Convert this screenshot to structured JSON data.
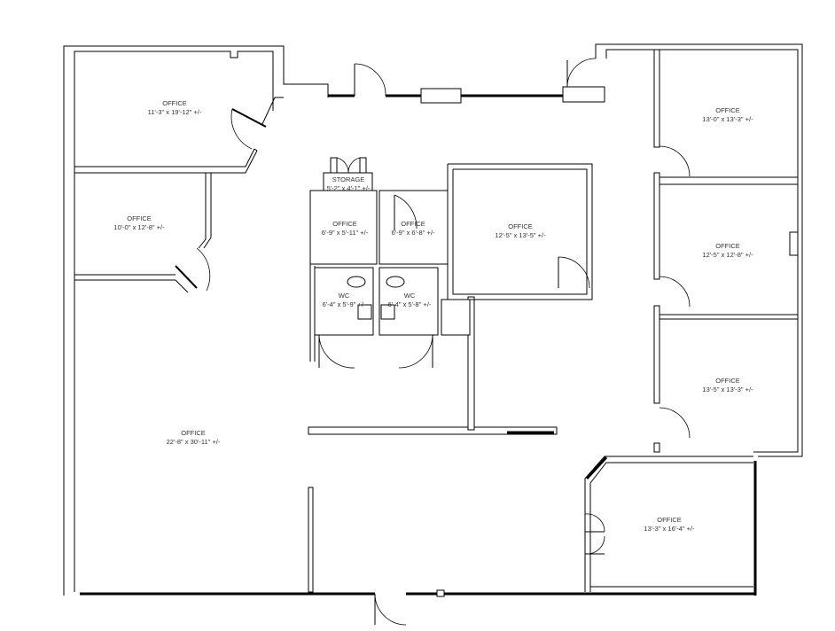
{
  "rooms": [
    {
      "name": "OFFICE",
      "size": "11'-3\" x 19'-12\" +/-"
    },
    {
      "name": "OFFICE",
      "size": "10'-0\" x 12'-8\" +/-"
    },
    {
      "name": "OFFICE",
      "size": "22'-8\" x 30'-11\" +/-"
    },
    {
      "name": "STORAGE",
      "size": "5'-2\" x 4'-1\" +/-"
    },
    {
      "name": "OFFICE",
      "size": "6'-9\" x 5'-11\" +/-"
    },
    {
      "name": "OFFICE",
      "size": "6'-9\" x 6'-8\" +/-"
    },
    {
      "name": "WC",
      "size": "6'-4\" x 5'-9\" +/-"
    },
    {
      "name": "WC",
      "size": "6'-4\" x 5'-8\" +/-"
    },
    {
      "name": "OFFICE",
      "size": "12'-5\" x 13'-5\" +/-"
    },
    {
      "name": "OFFICE",
      "size": "13'-0\" x 13'-3\" +/-"
    },
    {
      "name": "OFFICE",
      "size": "12'-5\" x 12'-8\" +/-"
    },
    {
      "name": "OFFICE",
      "size": "13'-5\" x 13'-3\" +/-"
    },
    {
      "name": "OFFICE",
      "size": "13'-3\" x 16'-4\" +/-"
    }
  ],
  "colors": {
    "wall": "#000000",
    "background": "#ffffff",
    "label": "#333333"
  }
}
